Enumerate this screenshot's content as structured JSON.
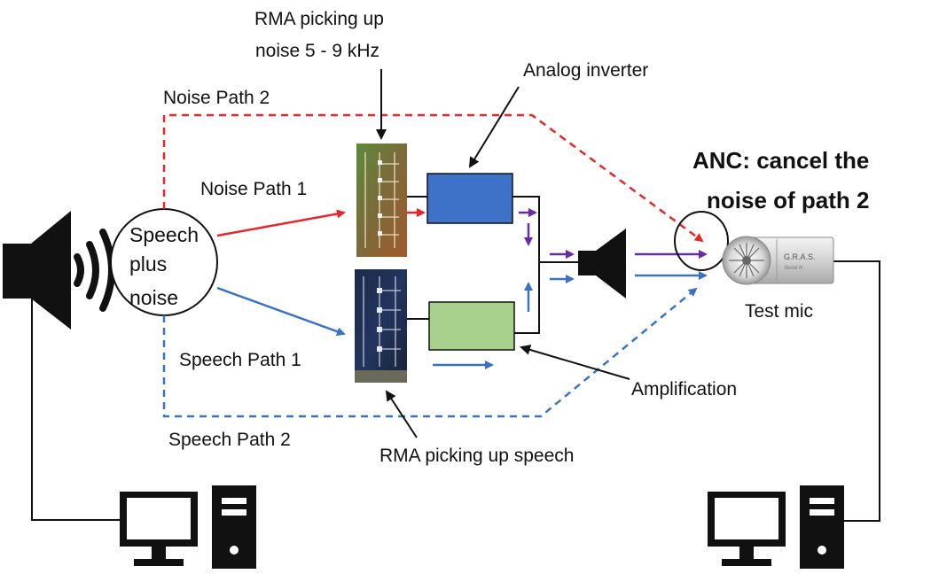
{
  "labels": {
    "rma_noise": [
      "RMA picking up",
      "noise 5 - 9 kHz"
    ],
    "analog_inverter": "Analog inverter",
    "noise_path_2": "Noise Path 2",
    "noise_path_1": "Noise Path 1",
    "anc": [
      "ANC: cancel the",
      "noise of path 2"
    ],
    "source": [
      "Speech",
      "plus",
      "noise"
    ],
    "speech_path_1": "Speech Path 1",
    "amplification": "Amplification",
    "test_mic": "Test mic",
    "speech_path_2": "Speech Path 2",
    "rma_speech": "RMA picking up speech",
    "mic_brand": "G.R.A.S.",
    "mic_serial": "Serial N"
  },
  "colors": {
    "noise": "#e8262a",
    "speech": "#3a72c4",
    "inverted": "#6a2aa8",
    "inverter_box": "#3d72c8",
    "amplifier_box": "#a9d18e",
    "wire": "#111111"
  },
  "icons": {
    "left_speaker": "speaker-with-sound-waves-icon",
    "small_speaker": "speaker-icon",
    "test_mic": "microphone-icon",
    "left_computer": "desktop-computer-icon",
    "right_computer": "desktop-computer-icon"
  }
}
